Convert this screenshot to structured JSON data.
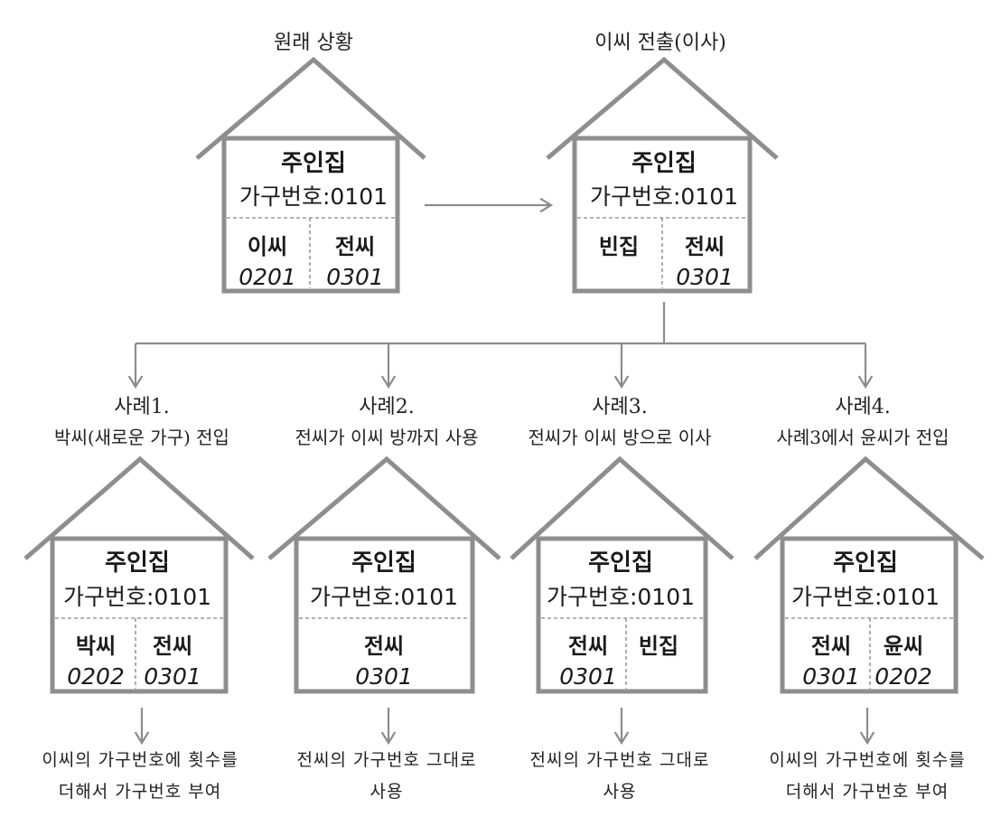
{
  "top": {
    "original_title": "원래 상황",
    "moved_title": "이씨 전출(이사)"
  },
  "houses": {
    "original": {
      "owner": "주인집",
      "code": "가구번호:0101",
      "left_name": "이씨",
      "left_num": "0201",
      "right_name": "전씨",
      "right_num": "0301"
    },
    "moved": {
      "owner": "주인집",
      "code": "가구번호:0101",
      "left_name": "빈집",
      "left_num": "",
      "right_name": "전씨",
      "right_num": "0301"
    },
    "case1": {
      "owner": "주인집",
      "code": "가구번호:0101",
      "left_name": "박씨",
      "left_num": "0202",
      "right_name": "전씨",
      "right_num": "0301"
    },
    "case2": {
      "owner": "주인집",
      "code": "가구번호:0101",
      "center_name": "전씨",
      "center_num": "0301"
    },
    "case3": {
      "owner": "주인집",
      "code": "가구번호:0101",
      "left_name": "전씨",
      "left_num": "0301",
      "right_name": "빈집",
      "right_num": ""
    },
    "case4": {
      "owner": "주인집",
      "code": "가구번호:0101",
      "left_name": "전씨",
      "left_num": "0301",
      "right_name": "윤씨",
      "right_num": "0202"
    }
  },
  "cases": [
    {
      "label": "사례1.",
      "desc": "박씨(새로운 가구) 전입",
      "note1": "이씨의 가구번호에 횟수를",
      "note2": "더해서 가구번호 부여"
    },
    {
      "label": "사례2.",
      "desc": "전씨가 이씨 방까지 사용",
      "note1": "전씨의 가구번호 그대로",
      "note2": "사용"
    },
    {
      "label": "사례3.",
      "desc": "전씨가 이씨 방으로 이사",
      "note1": "전씨의 가구번호 그대로",
      "note2": "사용"
    },
    {
      "label": "사례4.",
      "desc": "사례3에서 윤씨가 전입",
      "note1": "이씨의 가구번호에 횟수를",
      "note2": "더해서 가구번호 부여"
    }
  ]
}
